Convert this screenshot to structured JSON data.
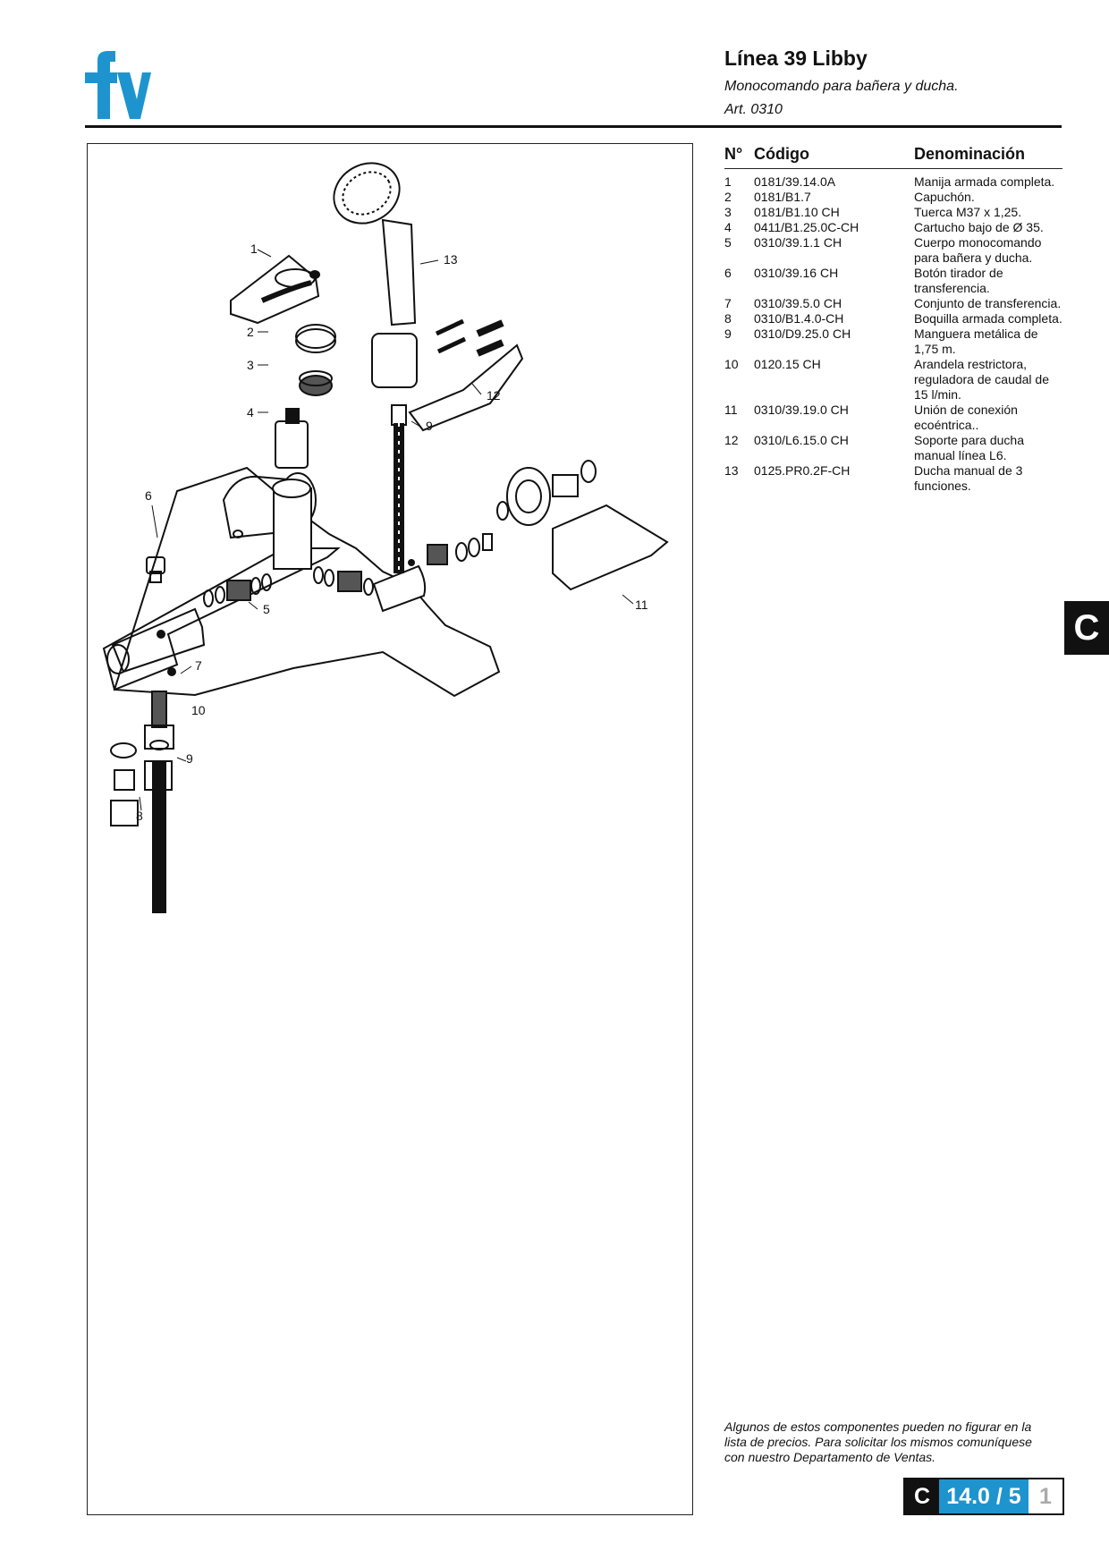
{
  "brand": {
    "logo": "fv",
    "color": "#1e94cf"
  },
  "header": {
    "title": "Línea 39 Libby",
    "subtitle": "Monocomando para bañera y ducha.",
    "article": "Art. 0310"
  },
  "table": {
    "headers": {
      "number": "N°",
      "code": "Código",
      "name": "Denominación"
    },
    "rows": [
      {
        "n": "1",
        "code": "0181/39.14.0A",
        "name": "Manija armada completa."
      },
      {
        "n": "2",
        "code": "0181/B1.7",
        "name": "Capuchón."
      },
      {
        "n": "3",
        "code": "0181/B1.10 CH",
        "name": "Tuerca M37 x 1,25."
      },
      {
        "n": "4",
        "code": "0411/B1.25.0C-CH",
        "name": "Cartucho bajo de Ø 35."
      },
      {
        "n": "5",
        "code": "0310/39.1.1 CH",
        "name": "Cuerpo monocomando para bañera y ducha."
      },
      {
        "n": "6",
        "code": "0310/39.16 CH",
        "name": "Botón tirador de transferencia."
      },
      {
        "n": "7",
        "code": "0310/39.5.0 CH",
        "name": "Conjunto de transferencia."
      },
      {
        "n": "8",
        "code": "0310/B1.4.0-CH",
        "name": "Boquilla armada completa."
      },
      {
        "n": "9",
        "code": "0310/D9.25.0 CH",
        "name": "Manguera metálica de 1,75 m."
      },
      {
        "n": "10",
        "code": "0120.15 CH",
        "name": "Arandela restrictora, reguladora de caudal de 15 l/min."
      },
      {
        "n": "11",
        "code": "0310/39.19.0 CH",
        "name": "Unión de conexión ecoéntrica.."
      },
      {
        "n": "12",
        "code": "0310/L6.15.0 CH",
        "name": "Soporte para ducha manual línea L6."
      },
      {
        "n": "13",
        "code": "0125.PR0.2F-CH",
        "name": "Ducha manual de 3 funciones."
      }
    ]
  },
  "diagram_labels": [
    "1",
    "2",
    "3",
    "4",
    "5",
    "6",
    "7",
    "8",
    "9",
    "9",
    "10",
    "11",
    "12",
    "13"
  ],
  "section_tab": "C",
  "footnote": "Algunos de estos componentes pueden no figurar en la lista de precios. Para solicitar los mismos comuníquese con nuestro Departamento de Ventas.",
  "page_code": {
    "section": "C",
    "number": "14.0 / 5",
    "page": "1"
  }
}
